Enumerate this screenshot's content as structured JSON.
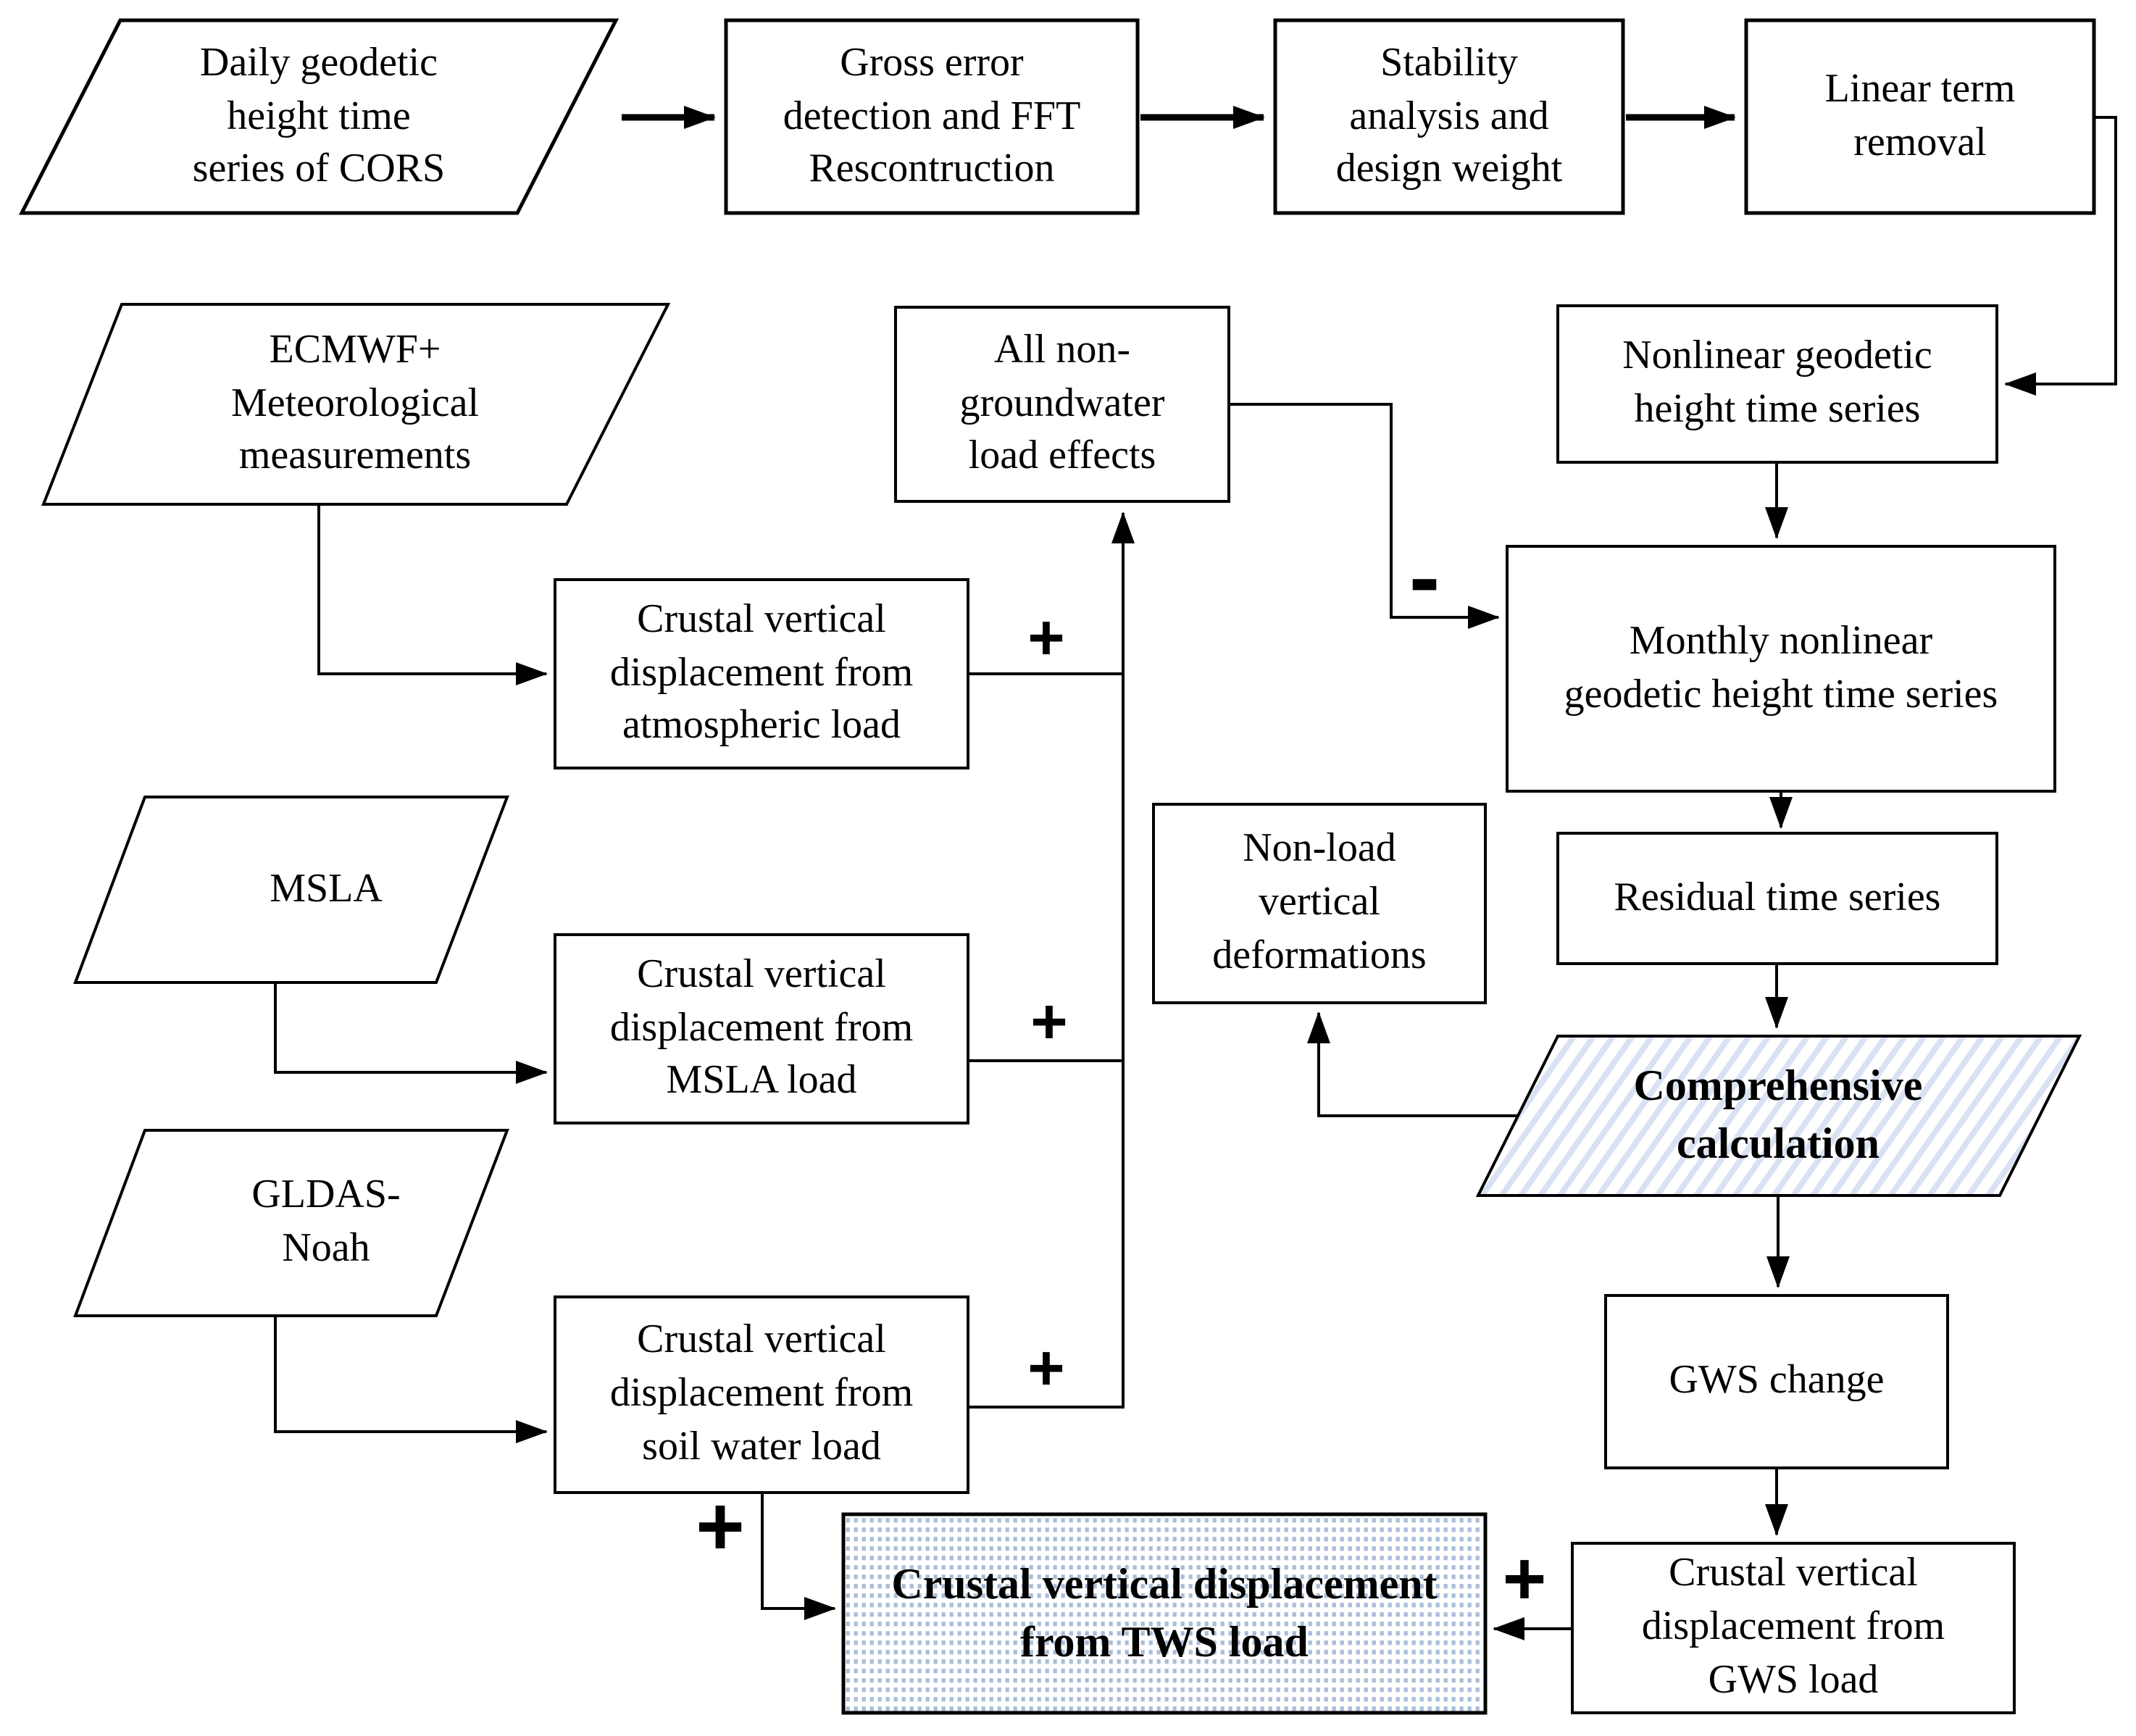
{
  "diagram": {
    "background_color": "#ffffff",
    "line_color": "#000000",
    "dots_fill_color": "#a9bdd9",
    "hatch_fill_color": "#d9e2f3",
    "operators": {
      "plus": "+",
      "minus": "-"
    },
    "nodes": {
      "cors": {
        "shape": "parallelogram",
        "label": "Daily geodetic\nheight time\nseries of CORS"
      },
      "gross": {
        "shape": "rect",
        "label": "Gross error\ndetection and FFT\nRescontruction"
      },
      "stability": {
        "shape": "rect",
        "label": "Stability\nanalysis and\ndesign weight"
      },
      "linear": {
        "shape": "rect",
        "label": "Linear term\nremoval"
      },
      "ecmwf": {
        "shape": "parallelogram",
        "label": "ECMWF+\nMeteorological\nmeasurements"
      },
      "nongw": {
        "shape": "rect",
        "label": "All non-groundwater\nload effects"
      },
      "nonlinear": {
        "shape": "rect",
        "label": "Nonlinear geodetic\nheight time series"
      },
      "atmos": {
        "shape": "rect",
        "label": "Crustal vertical\ndisplacement from\natmospheric load"
      },
      "monthly": {
        "shape": "rect",
        "label": "Monthly nonlinear\ngeodetic height time series"
      },
      "msla": {
        "shape": "parallelogram",
        "label": "MSLA"
      },
      "mslaload": {
        "shape": "rect",
        "label": "Crustal vertical\ndisplacement from\nMSLA load"
      },
      "nonload": {
        "shape": "rect",
        "label": "Non-load\nvertical\ndeformations"
      },
      "residual": {
        "shape": "rect",
        "label": "Residual time series"
      },
      "gldas": {
        "shape": "parallelogram",
        "label": "GLDAS-\nNoah"
      },
      "soil": {
        "shape": "rect",
        "label": "Crustal vertical\ndisplacement from\nsoil water load"
      },
      "comp": {
        "shape": "parallelogram-hatched",
        "label": "Comprehensive\ncalculation"
      },
      "gws": {
        "shape": "rect",
        "label": "GWS change"
      },
      "gwsload": {
        "shape": "rect",
        "label": "Crustal vertical\ndisplacement from\nGWS load"
      },
      "tws": {
        "shape": "rect-dotted",
        "label": "Crustal vertical displacement\nfrom TWS load"
      }
    }
  }
}
